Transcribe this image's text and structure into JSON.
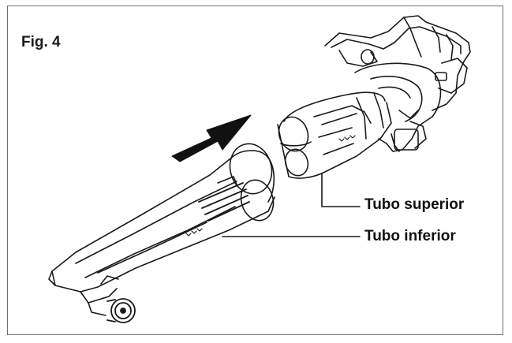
{
  "figure": {
    "title": "Fig. 4",
    "callouts": [
      {
        "id": "upper-tube",
        "label": "Tubo superior"
      },
      {
        "id": "lower-tube",
        "label": "Tubo inferior"
      }
    ]
  },
  "colors": {
    "line": "#1a1a1a",
    "frame": "#6f6f6f",
    "arrow": "#111111",
    "background": "#ffffff"
  }
}
